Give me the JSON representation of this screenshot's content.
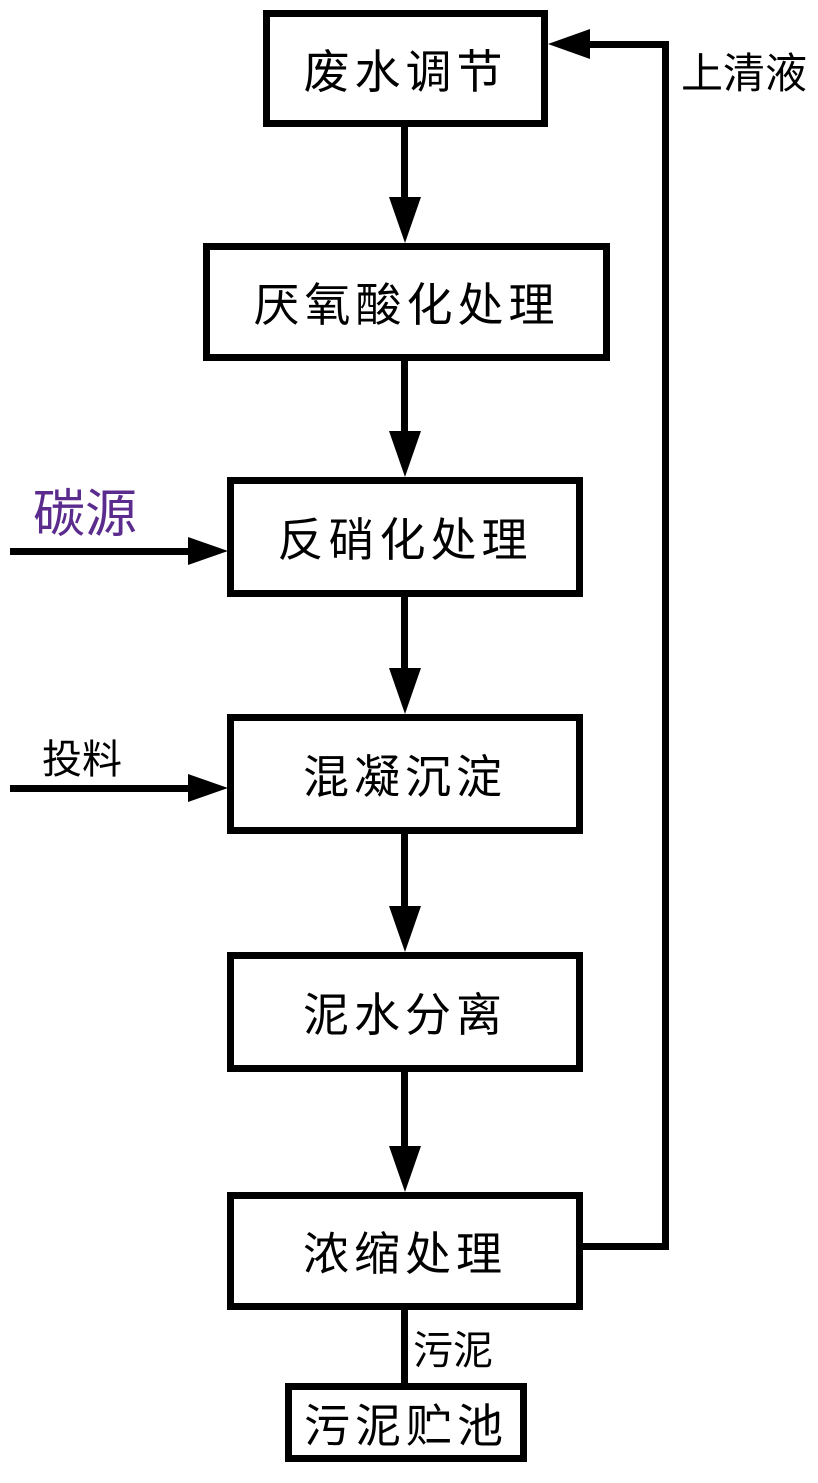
{
  "diagram": {
    "title_hint": "wastewater-treatment-process-flowchart",
    "boxes": [
      {
        "id": "wastewater-regulation",
        "label": "废水调节"
      },
      {
        "id": "anaerobic-acidification",
        "label": "厌氧酸化处理"
      },
      {
        "id": "denitrification",
        "label": "反硝化处理"
      },
      {
        "id": "coagulation-sedimentation",
        "label": "混凝沉淀"
      },
      {
        "id": "mud-water-separation",
        "label": "泥水分离"
      },
      {
        "id": "concentration-treatment",
        "label": "浓缩处理"
      },
      {
        "id": "sludge-storage-tank",
        "label": "污泥贮池"
      }
    ],
    "labels": {
      "supernatant": "上清液",
      "carbon_source": "碳源",
      "feeding": "投料",
      "sludge": "污泥"
    },
    "colors": {
      "line": "#000000",
      "carbon_source_text": "#5b2c8d",
      "background": "#ffffff"
    }
  }
}
